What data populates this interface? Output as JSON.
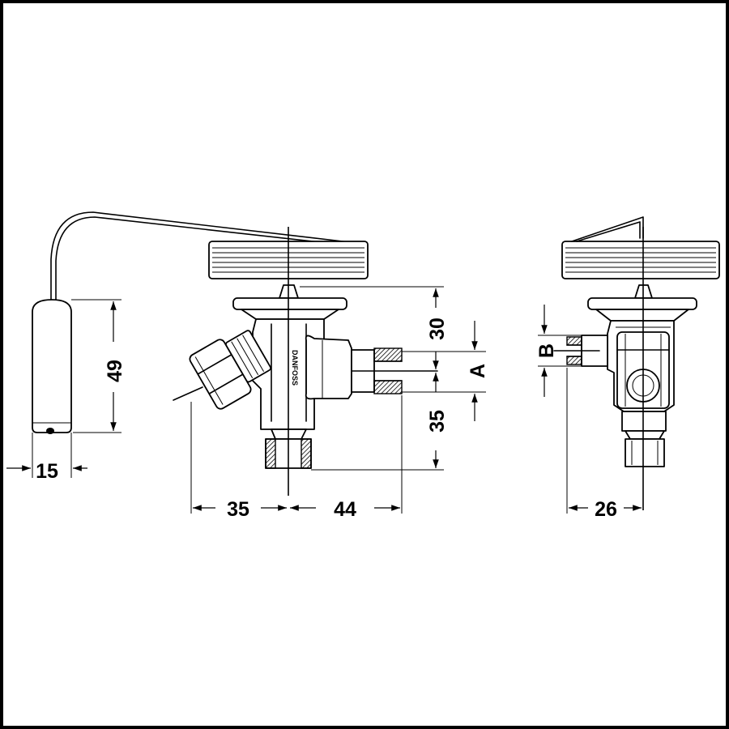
{
  "brand_text": "DANFOSS",
  "dimensions": {
    "bulb_width": "15",
    "bulb_length": "49",
    "top_height": "30",
    "outlet_label": "A",
    "bottom_height": "35",
    "left_width": "35",
    "right_width": "44",
    "side_label": "B",
    "side_width": "26"
  }
}
